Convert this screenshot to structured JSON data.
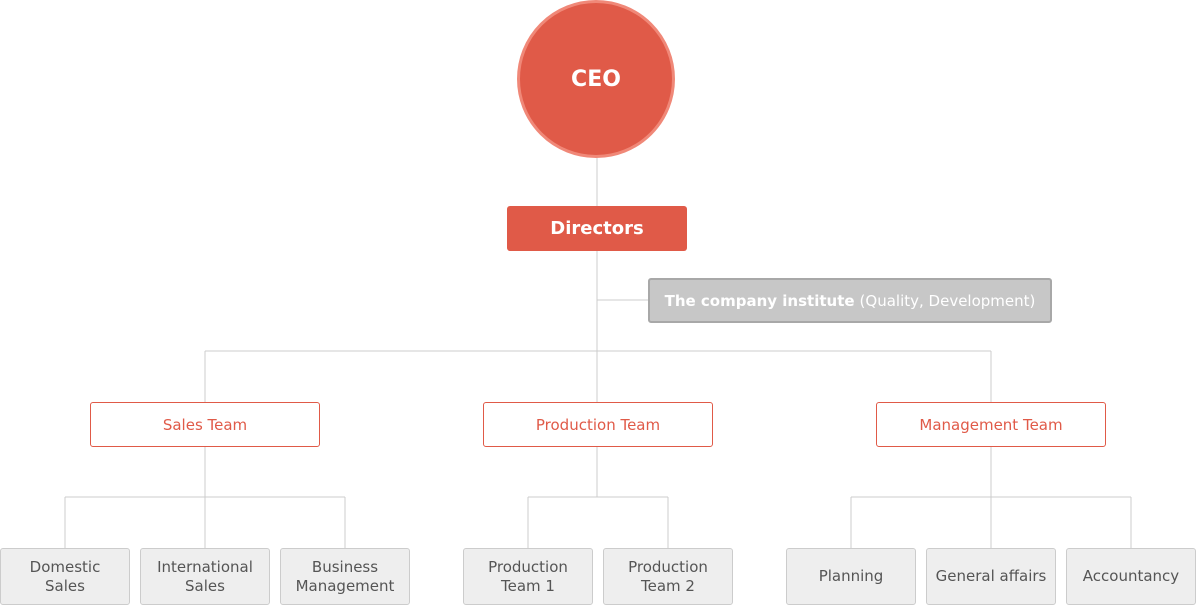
{
  "org_chart": {
    "ceo": "CEO",
    "directors": "Directors",
    "institute": {
      "name": "The company institute",
      "note": "(Quality, Development)"
    },
    "teams": [
      {
        "name": "Sales Team",
        "units": [
          "Domestic\nSales",
          "International\nSales",
          "Business\nManagement"
        ]
      },
      {
        "name": "Production Team",
        "units": [
          "Production\nTeam 1",
          "Production\nTeam 2"
        ]
      },
      {
        "name": "Management Team",
        "units": [
          "Planning",
          "General affairs",
          "Accountancy"
        ]
      }
    ]
  },
  "colors": {
    "accent": "#e05a48",
    "accent_border": "#f08878",
    "institute_fill": "#c7c7c7",
    "unit_fill": "#eeeeee",
    "connector": "#cccccc"
  }
}
